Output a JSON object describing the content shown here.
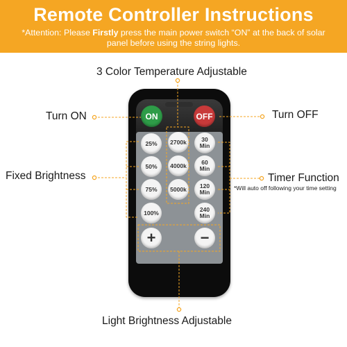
{
  "banner": {
    "title": "Remote Controller Instructions",
    "note_prefix": "*Attention: Please ",
    "note_bold": "Firstly",
    "note_suffix": " press the main power switch “ON” at the back of solar panel before using the string lights."
  },
  "labels": {
    "color_temp": "3 Color Temperature Adjustable",
    "turn_on": "Turn ON",
    "turn_off": "Turn OFF",
    "fixed_brightness": "Fixed Brightness",
    "timer_function": "Timer Function",
    "timer_note": "*Will auto off following your time setting",
    "light_brightness": "Light Brightness Adjustable"
  },
  "buttons": {
    "on": "ON",
    "off": "OFF",
    "brightness": [
      "25%",
      "50%",
      "75%",
      "100%"
    ],
    "color_temps": [
      "2700k",
      "4000k",
      "5000k"
    ],
    "timers": [
      "30\nMin",
      "60\nMin",
      "120\nMin",
      "240\nMin"
    ],
    "plus": "+",
    "minus": "−"
  },
  "colors": {
    "banner": "#f5a623",
    "callout": "#f5a623",
    "on_button": "#2e9c48",
    "off_button": "#c83a3a",
    "remote_body": "#0c0c0c",
    "key_panel": "#8d9296"
  }
}
